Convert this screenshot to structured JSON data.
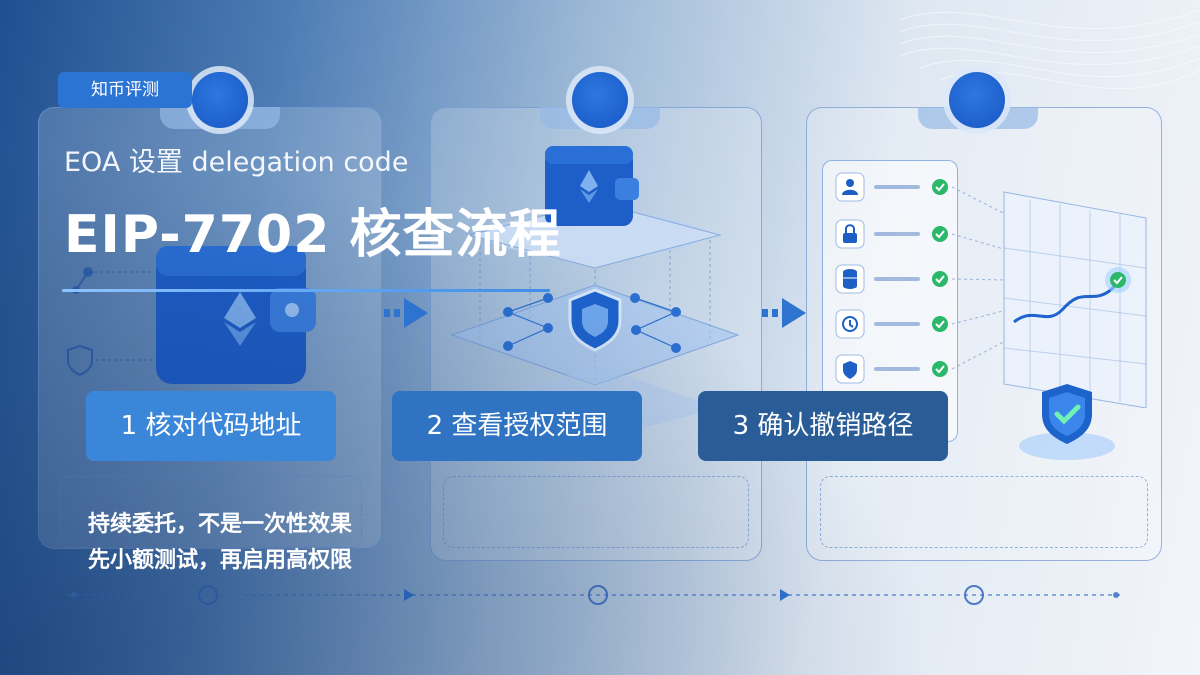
{
  "brand": {
    "label": "知币评测"
  },
  "header": {
    "subtitle": "EOA 设置 delegation code",
    "title": "EIP-7702 核查流程"
  },
  "steps": [
    {
      "label": "1 核对代码地址",
      "color": "#3a86d8"
    },
    {
      "label": "2 查看授权范围",
      "color": "#2f73c2"
    },
    {
      "label": "3 确认撤销路径",
      "color": "#2a5d98"
    }
  ],
  "notes": [
    "持续委托，不是一次性效果",
    "先小额测试，再启用高权限"
  ],
  "icons": {
    "checklist": [
      "user-icon",
      "lock-icon",
      "database-icon",
      "clock-icon",
      "shield-icon"
    ],
    "wallet": "ethereum-wallet-icon",
    "accent": "#1d66d4"
  }
}
